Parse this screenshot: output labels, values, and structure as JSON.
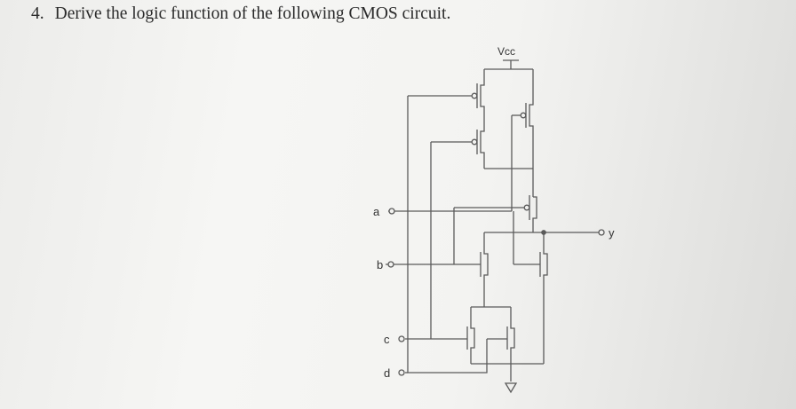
{
  "question": {
    "number": "4.",
    "text": "Derive the logic function of the following CMOS circuit."
  },
  "circuit": {
    "supply_label": "Vcc",
    "inputs": [
      "a",
      "b",
      "c",
      "d"
    ],
    "output_label": "y",
    "wire_color": "#5a5a5a"
  }
}
